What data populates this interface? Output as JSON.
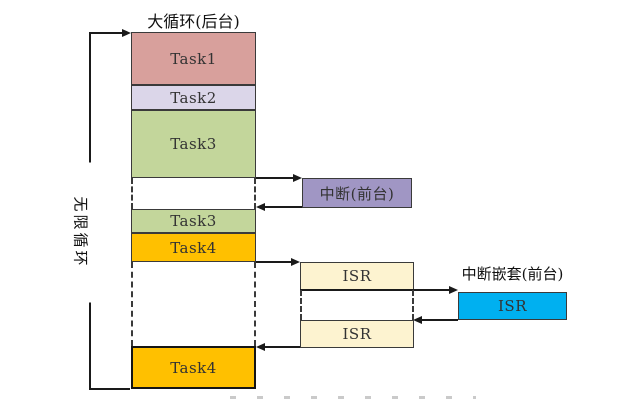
{
  "diagram": {
    "title": "大循环(后台)",
    "infinite_loop_label": "无限循环",
    "nested_interrupt_title": "中断嵌套(前台)",
    "blocks": {
      "task1": "Task1",
      "task2": "Task2",
      "task3_top": "Task3",
      "task3_resume": "Task3",
      "task4_top": "Task4",
      "task4_resume": "Task4",
      "interrupt": "中断(前台)",
      "isr_first": "ISR",
      "isr_second": "ISR",
      "isr_nested": "ISR"
    },
    "colors": {
      "task1": "#d8a09c",
      "task2": "#dbd6e9",
      "task3": "#c3d69b",
      "task4": "#ffc000",
      "interrupt": "#a096c4",
      "isr": "#fdf3d0",
      "nested_isr": "#00b0f0"
    }
  }
}
